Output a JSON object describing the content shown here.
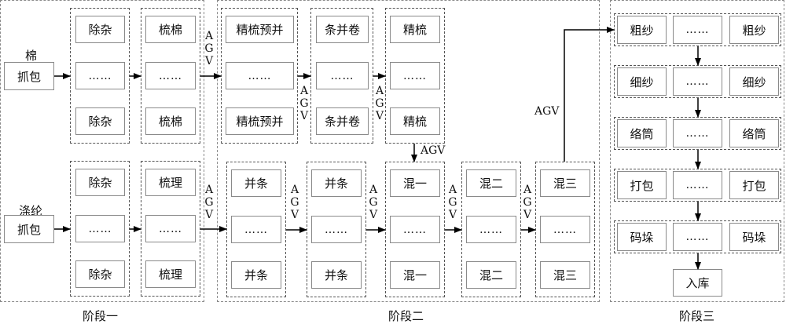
{
  "stages": [
    {
      "label": "阶段一"
    },
    {
      "label": "阶段二"
    },
    {
      "label": "阶段三"
    }
  ],
  "stage1": {
    "cotton": {
      "title": "棉",
      "start": "抓包",
      "col1": [
        "除杂",
        "……",
        "除杂"
      ],
      "col2": [
        "梳棉",
        "……",
        "梳棉"
      ]
    },
    "polyester": {
      "title": "涤纶",
      "start": "抓包",
      "col1": [
        "除杂",
        "……",
        "除杂"
      ],
      "col2": [
        "梳理",
        "……",
        "梳理"
      ]
    }
  },
  "stage2": {
    "top": [
      [
        "精梳预并",
        "……",
        "精梳预并"
      ],
      [
        "条并卷",
        "……",
        "条并卷"
      ],
      [
        "精梳",
        "……",
        "精梳"
      ]
    ],
    "bottom": [
      [
        "并条",
        "……",
        "并条"
      ],
      [
        "并条",
        "……",
        "并条"
      ],
      [
        "混一",
        "……",
        "混一"
      ],
      [
        "混二",
        "……",
        "混二"
      ],
      [
        "混三",
        "……",
        "混三"
      ]
    ]
  },
  "stage3": {
    "rows": [
      [
        "粗纱",
        "……",
        "粗纱"
      ],
      [
        "细纱",
        "……",
        "细纱"
      ],
      [
        "络筒",
        "……",
        "络筒"
      ],
      [
        "打包",
        "……",
        "打包"
      ],
      [
        "码垛",
        "……",
        "码垛"
      ]
    ],
    "final": "入库"
  },
  "agv": {
    "letters": [
      "A",
      "G",
      "V"
    ],
    "text": "AGV"
  }
}
